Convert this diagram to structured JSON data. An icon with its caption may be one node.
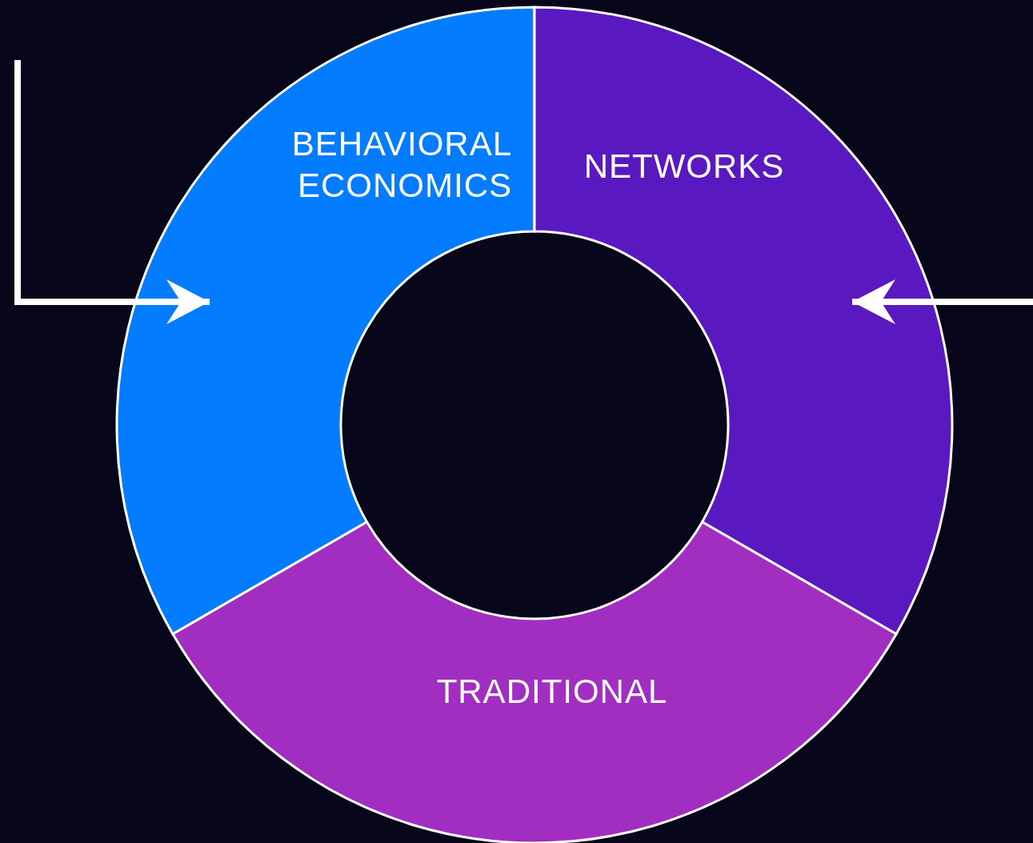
{
  "diagram": {
    "nodes": [
      {
        "text": [
          "BEHAVIORAL ECONOMICS"
        ]
      },
      {
        "text": [
          "NETWORKS"
        ]
      },
      {
        "text": [
          "TRADITIONAL"
        ]
      }
    ],
    "edges": [
      {
        "from": null,
        "to": 0,
        "arrow": "to"
      },
      {
        "from": null,
        "to": 1,
        "arrow": "to"
      }
    ]
  }
}
